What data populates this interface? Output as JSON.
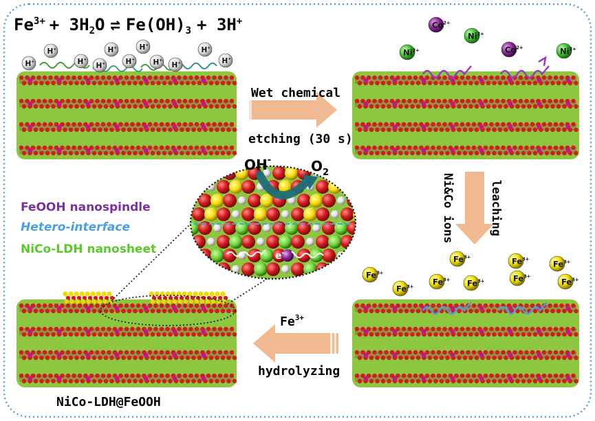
{
  "equation": {
    "fe": "Fe",
    "fe_sup": "3+",
    "plus1": "+ 3H",
    "sub2": "2",
    "o_eq": "O",
    "arrow": "⇌",
    "product": "Fe(OH)",
    "sub3": "3",
    "plus2": "+ 3H",
    "h_sup": "+"
  },
  "steps": {
    "etching_line1": "Wet chemical",
    "etching_line2": "etching (30 s)",
    "leaching_line1": "Ni&Co ions",
    "leaching_line2": "leaching",
    "hydrolyzing_label": "Fe",
    "hydrolyzing_sup": "3+",
    "hydrolyzing_line2": "hydrolyzing"
  },
  "legend": {
    "feooh": "FeOOH nanospindle",
    "interface": "Hetero-interface",
    "ldh": "NiCo-LDH nanosheet"
  },
  "zoom": {
    "oh": "OH",
    "oh_sup": "-",
    "o2": "O",
    "o2_sub": "2",
    "electron": "e",
    "electron_sup": "-"
  },
  "ions": {
    "h": "H",
    "h_sup": "+",
    "ni": "Ni",
    "ni_sup": "2+",
    "co": "Co",
    "co_sup": "2+",
    "fe": "Fe",
    "fe_sup": "3+"
  },
  "product_caption": "NiCo-LDH@FeOOH",
  "colors": {
    "frame": "#5b9bd5",
    "slab": "#8dc63f",
    "oxygen": "#cc1f1f",
    "metal": "#c8148c",
    "arrow": "#f0b98f",
    "feooh_text": "#7b2fa0",
    "interface_text": "#4a9fe0",
    "ldh_text": "#5cc82c",
    "h_ion": "#e8e8e8",
    "ni_ion": "#48c23a",
    "co_ion": "#8a2a9a",
    "fe_ion": "#f0e000"
  }
}
